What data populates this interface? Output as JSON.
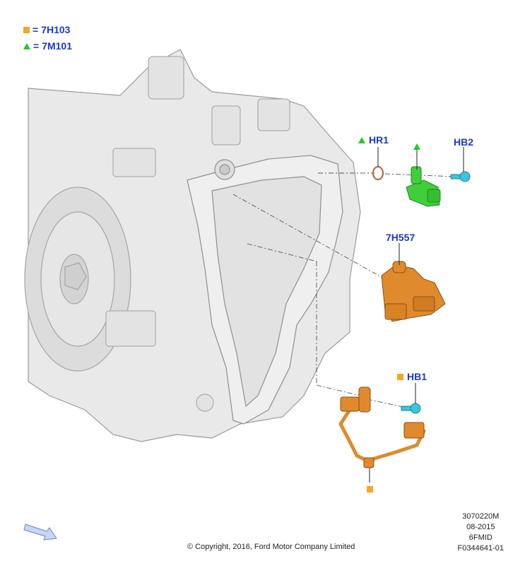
{
  "legend": [
    {
      "symbol": "square-icon",
      "eq": "=",
      "code": "7H103"
    },
    {
      "symbol": "triangle-icon",
      "eq": "=",
      "code": "7M101"
    }
  ],
  "callouts": {
    "hr1": "HR1",
    "hb2": "HB2",
    "h557": "7H557",
    "hb1": "HB1"
  },
  "colors": {
    "label_blue": "#1a39c8",
    "marker_orange": "#f5a623",
    "marker_green": "#22cc22",
    "part_orange": "#e08a2e",
    "part_green": "#3fcf3a",
    "bolt_cyan": "#3bc7d9"
  },
  "copyright": "© Copyright, 2016, Ford Motor Company Limited",
  "stamp": {
    "line1": "3070220M",
    "line2": "08-2015",
    "line3": "6FMID",
    "line4": "F0344641-01"
  }
}
